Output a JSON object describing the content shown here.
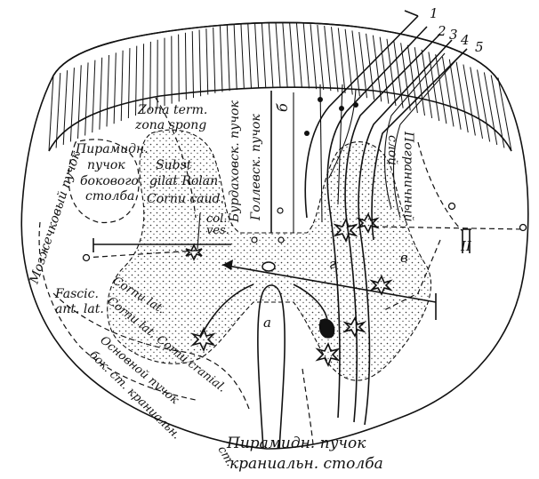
{
  "labels": {
    "num_1": "1",
    "num_2": "2",
    "num_3": "3",
    "num_4": "4",
    "num_5": "5",
    "zona_term": "Zona term.",
    "zona_spong": "zona spong",
    "burdach": "Бурдаховск. пучок",
    "goll": "Голлевск. пучок",
    "b_letter": "б",
    "piramidn_1": "Пирамидн.",
    "piramidn_2": "пучок",
    "piramidn_3": "бокового",
    "piramidn_4": "столба",
    "subst_1": "Subst",
    "subst_2": "gilat Rolan",
    "cornu_caud": "Cornu caud.",
    "col_1": "col.",
    "col_2": "ves.",
    "pogran_1": "Пограничный",
    "pogran_2": "слой",
    "mozzhech": "Мозжечковый пучок",
    "fascic_1": "Fascic.",
    "fascic_2": "ant. lat.",
    "cornu_lat_1": "Cornu lat.",
    "cornu_lat_2": "Cornu lat. Cornu cranial.",
    "osnov_1": "Основной пучок",
    "osnov_2": "бок. ст. краниальн.",
    "osnov_3": "ст.",
    "g_letter": "г",
    "v_letter": "в",
    "a_letter": "а",
    "pir_cran_1": "Пирамидн. пучок",
    "pir_cran_2": "краниальн. столба",
    "roman_II": "II"
  }
}
